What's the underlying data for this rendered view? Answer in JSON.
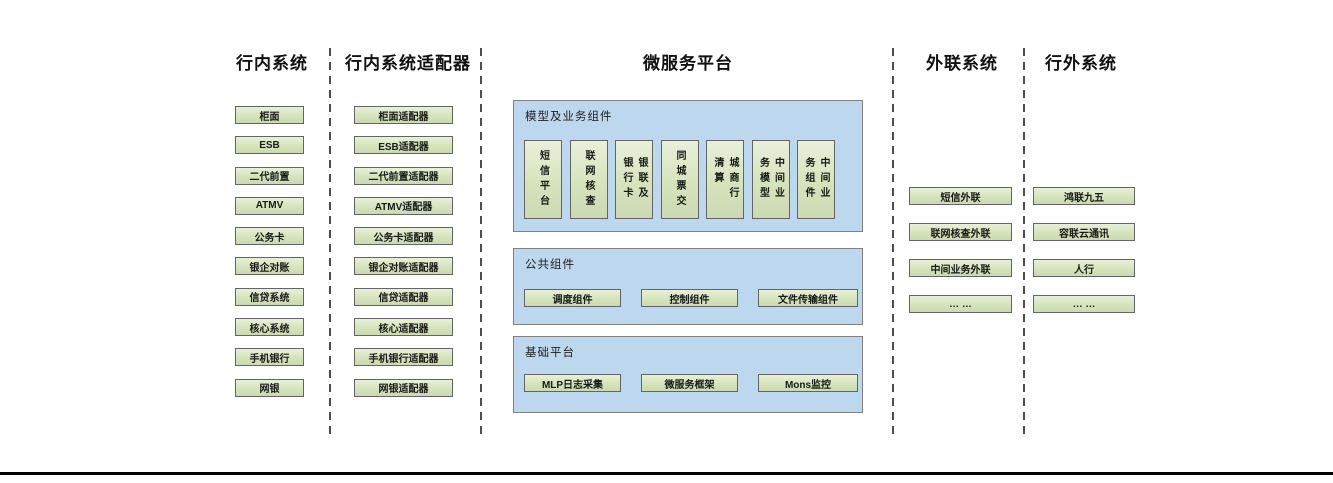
{
  "diagram": {
    "colors": {
      "box_fill": "#d6e4bc",
      "box_border": "#646464",
      "panel_fill": "#bdd7ee",
      "panel_border": "#808080",
      "divider": "#4d4d4d",
      "bottom_rule": "#000000"
    },
    "columns": [
      {
        "title": "行内系统",
        "boxes": [
          "柜面",
          "ESB",
          "二代前置",
          "ATMV",
          "公务卡",
          "银企对账",
          "信贷系统",
          "核心系统",
          "手机银行",
          "网银"
        ]
      },
      {
        "title": "行内系统适配器",
        "boxes": [
          "柜面适配器",
          "ESB适配器",
          "二代前置适配器",
          "ATMV适配器",
          "公务卡适配器",
          "银企对账适配器",
          "信贷适配器",
          "核心适配器",
          "手机银行适配器",
          "网银适配器"
        ]
      },
      {
        "title": "微服务平台",
        "panels": [
          {
            "title": "模型及业务组件",
            "boxes": [
              "短信平台",
              "联网核查",
              "银联及\n银行卡",
              "同城票交",
              "城商行\n清算",
              "中间业\n务模型",
              "中间业\n务组件"
            ]
          },
          {
            "title": "公共组件",
            "boxes": [
              "调度组件",
              "控制组件",
              "文件传输组件"
            ]
          },
          {
            "title": "基础平台",
            "boxes": [
              "MLP日志采集",
              "微服务框架",
              "Mons监控"
            ]
          }
        ]
      },
      {
        "title": "外联系统",
        "boxes": [
          "短信外联",
          "联网核查外联",
          "中间业务外联",
          "… …"
        ]
      },
      {
        "title": "行外系统",
        "boxes": [
          "鸿联九五",
          "容联云通讯",
          "人行",
          "… …"
        ]
      }
    ]
  }
}
